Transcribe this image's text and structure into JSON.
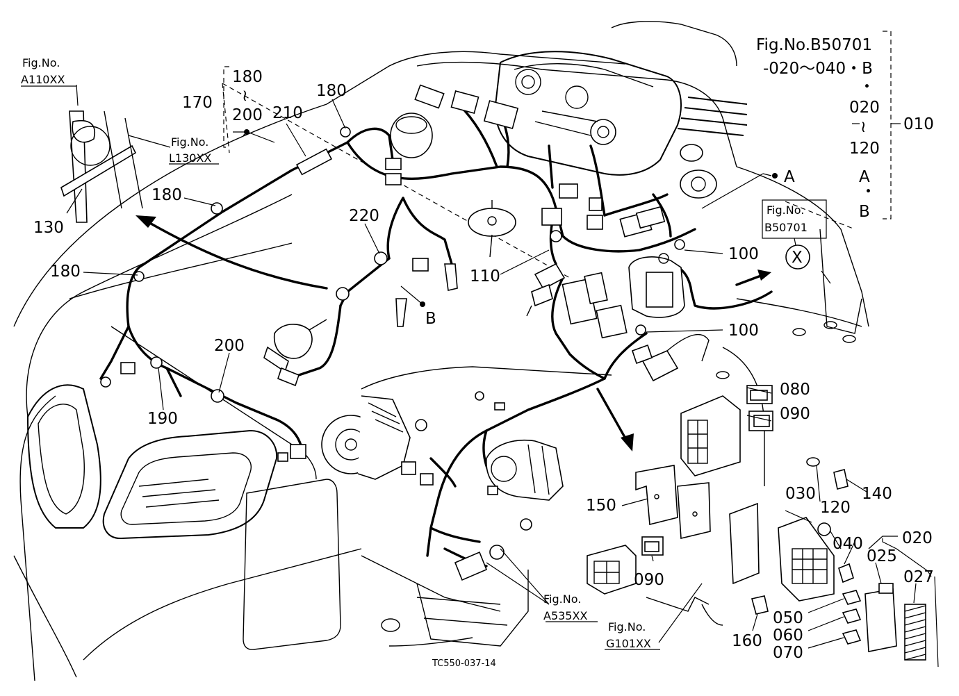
{
  "figure_refs": {
    "a110": {
      "title": "Fig.No.",
      "code": "A110XX"
    },
    "l130": {
      "title": "Fig.No.",
      "code": "L130XX"
    },
    "b50701_box": {
      "title": "Fig.No.",
      "code": "B50701"
    },
    "a535": {
      "title": "Fig.No.",
      "code": "A535XX"
    },
    "g101": {
      "title": "Fig.No.",
      "code": "G101XX"
    }
  },
  "top_right_note": {
    "line1": "Fig.No.B50701",
    "line2": "-020～040・B",
    "dot1": "・",
    "line3": "020",
    "tilde": "≀",
    "line4": "120",
    "dot2": "・",
    "line5": "A",
    "dot3": "・",
    "line6": "B",
    "assembly": "010"
  },
  "group_170": {
    "label": "170",
    "top": "180",
    "tilde": "≀",
    "bottom": "200"
  },
  "group_020": {
    "label": "020"
  },
  "markers": {
    "a": "A",
    "b": "B",
    "x": "X"
  },
  "callouts": {
    "c130": "130",
    "c180a": "180",
    "c180b": "180",
    "c180c": "180",
    "c210": "210",
    "c220": "220",
    "c110": "110",
    "c100a": "100",
    "c100b": "100",
    "c190": "190",
    "c200": "200",
    "c080": "080",
    "c090a": "090",
    "c090b": "090",
    "c140": "140",
    "c030": "030",
    "c120": "120",
    "c040": "040",
    "c025": "025",
    "c027": "027",
    "c150": "150",
    "c050": "050",
    "c060": "060",
    "c070": "070",
    "c160": "160"
  },
  "drawing_code": "TC550-037-14"
}
